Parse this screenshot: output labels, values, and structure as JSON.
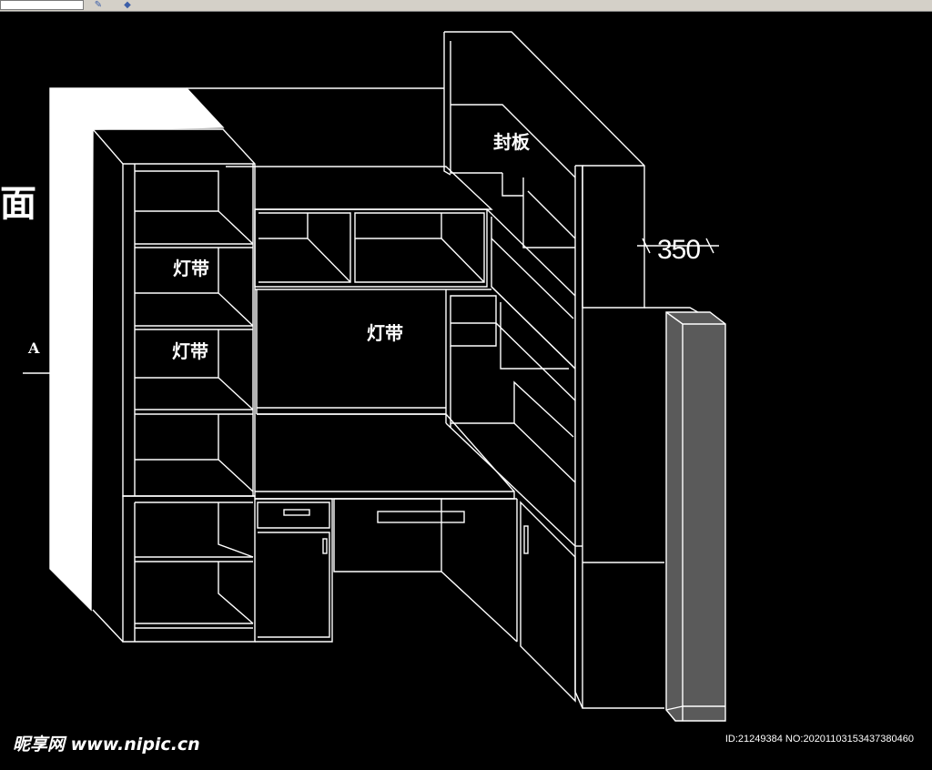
{
  "toolbar": {
    "icons": [
      "pencil-icon",
      "shape-icon"
    ]
  },
  "drawing": {
    "labels": {
      "lamp_strip_1": "灯带",
      "lamp_strip_2": "灯带",
      "lamp_strip_3": "灯带",
      "cover_board": "封板",
      "dimension": "350",
      "section_char": "面",
      "section_marker": "A"
    },
    "colors": {
      "background": "#000000",
      "lines": "#ffffff",
      "column_fill": "#5a5a5a",
      "wall_fill": "#ffffff"
    }
  },
  "watermark": {
    "logo": "昵享网 www.nipic.cn",
    "id": "ID:21249384 NO:20201103153437380460"
  }
}
